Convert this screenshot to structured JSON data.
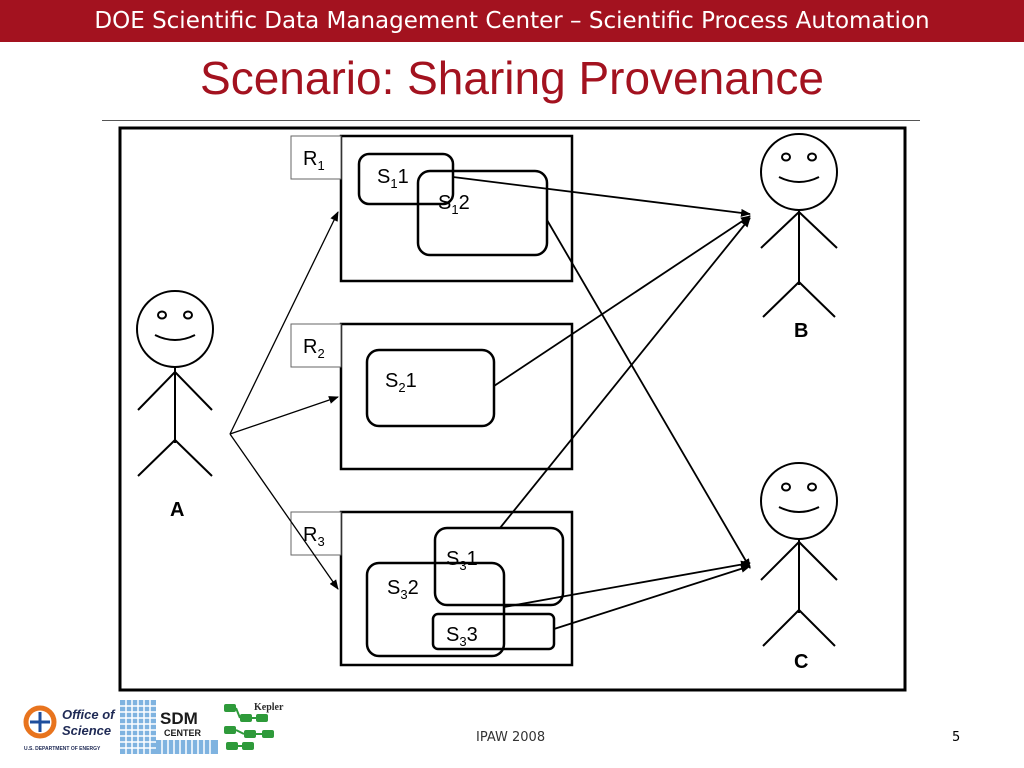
{
  "header": {
    "banner": "DOE Scientific Data Management Center – Scientific Process Automation"
  },
  "slide": {
    "title": "Scenario: Sharing Provenance"
  },
  "diagram": {
    "repositories": [
      {
        "letter": "R",
        "sub": "1"
      },
      {
        "letter": "R",
        "sub": "2"
      },
      {
        "letter": "R",
        "sub": "3"
      }
    ],
    "items": {
      "s11": {
        "base": "S",
        "sub": "1",
        "suffix": "1"
      },
      "s12": {
        "base": "S",
        "sub": "1",
        "suffix": "2"
      },
      "s21": {
        "base": "S",
        "sub": "2",
        "suffix": "1"
      },
      "s31": {
        "base": "S",
        "sub": "3",
        "suffix": "1"
      },
      "s32": {
        "base": "S",
        "sub": "3",
        "suffix": "2"
      },
      "s33": {
        "base": "S",
        "sub": "3",
        "suffix": "3"
      }
    },
    "people": {
      "a": "A",
      "b": "B",
      "c": "C"
    }
  },
  "footer": {
    "conference": "IPAW 2008",
    "page_number": "5",
    "logos": {
      "office_line1": "Office of",
      "office_line2": "Science",
      "office_dept": "U.S. DEPARTMENT OF ENERGY",
      "sdm_line1": "SDM",
      "sdm_line2": "CENTER",
      "kepler": "Kepler"
    }
  },
  "colors": {
    "accent": "#a3121f",
    "logo_orange": "#e8741e",
    "logo_blue": "#1f4e9c",
    "logo_green": "#2e9a3a"
  }
}
